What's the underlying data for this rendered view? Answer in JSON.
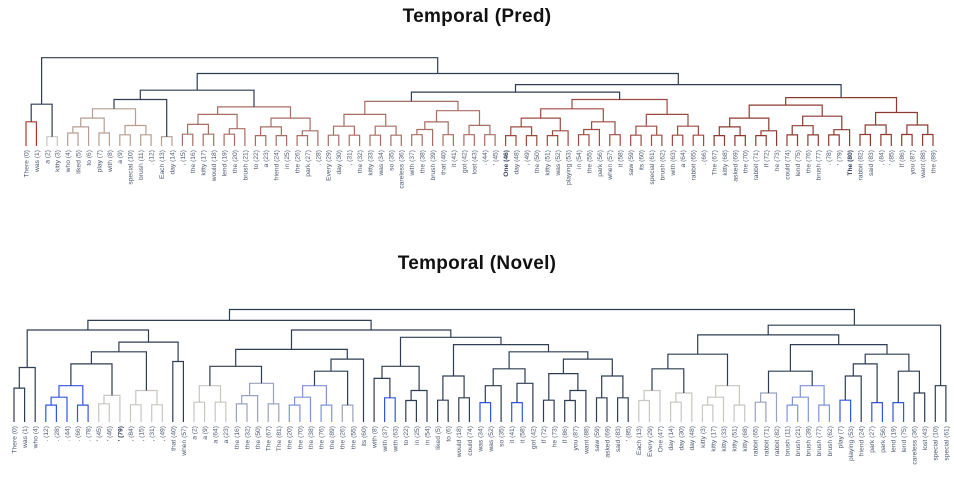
{
  "page": {
    "background": "#ffffff"
  },
  "palette": {
    "navy": "#2f3d53",
    "red": "#b13a30",
    "ltgray": "#c9c6c1",
    "tan": "#b69e94",
    "sienna": "#a76e63",
    "brick": "#9d4b40",
    "darkred": "#8e3a31",
    "blue": "#3356e0",
    "peri": "#8093d8",
    "steel": "#9aa3bd",
    "label_color": "#4b576e",
    "title_color": "#111111"
  },
  "chart_data": [
    {
      "type": "dendrogram",
      "title": "Temporal (Pred)",
      "legend_position": "none",
      "grid": false,
      "leaves": [
        "There (0)",
        "was (1)",
        "a (2)",
        "kitty (3)",
        "who (4)",
        "liked (5)",
        "to (6)",
        "play (7)",
        "with (8)",
        "a (9)",
        "special (10)",
        "brush (11)",
        ". (12)",
        "Each (13)",
        "day (14)",
        ", (15)",
        "the (16)",
        "kitty (17)",
        "would (18)",
        "lend (19)",
        "the (20)",
        "brush (21)",
        "to (22)",
        "a (23)",
        "friend (24)",
        "in (25)",
        "the (26)",
        "park (27)",
        ". (28)",
        "Every (29)",
        "day (30)",
        ", (31)",
        "the (32)",
        "kitty (33)",
        "was (34)",
        "so (35)",
        "careless (36)",
        "with (37)",
        "the (38)",
        "brush (39)",
        "that (40)",
        "it (41)",
        "got (42)",
        "lost (43)",
        ". (44)",
        "' (45)",
        "One (46)",
        "day (48)",
        ", (49)",
        "the (50)",
        "kitty (51)",
        "was (52)",
        "playing (53)",
        "in (54)",
        "the (55)",
        "park (56)",
        "when (57)",
        "it (58)",
        "saw (59)",
        "its (60)",
        "special (61)",
        "brush (62)",
        "with (63)",
        "a (64)",
        "rabbit (65)",
        ". (66)",
        "The (67)",
        "kitty (68)",
        "asked (69)",
        "the (70)",
        "rabbit (71)",
        "If (72)",
        "he (73)",
        "could (74)",
        "lend (75)",
        "the (76)",
        "brush (77)",
        ". (78)",
        "' (79)",
        "The (80)",
        "rabbit (82)",
        "said (83)",
        ", (84)",
        "' (85)",
        "If (86)",
        "you (87)",
        "want (88)",
        "the (89)"
      ],
      "bold_leaves": [
        46,
        79
      ],
      "groups": [
        [
          0,
          1,
          "red",
          0.26
        ],
        [
          2,
          3,
          "ltgray",
          0.1
        ],
        [
          4,
          8,
          "tan",
          0.3
        ],
        [
          9,
          12,
          "tan",
          0.22
        ],
        [
          13,
          14,
          "tan",
          0.1
        ],
        [
          15,
          21,
          "sienna",
          0.34
        ],
        [
          22,
          28,
          "sienna",
          0.3
        ],
        [
          29,
          36,
          "sienna",
          0.34
        ],
        [
          37,
          45,
          "sienna",
          0.38
        ],
        [
          46,
          52,
          "brick",
          0.3
        ],
        [
          53,
          57,
          "brick",
          0.26
        ],
        [
          58,
          65,
          "brick",
          0.34
        ],
        [
          66,
          72,
          "darkred",
          0.3
        ],
        [
          73,
          79,
          "darkred",
          0.32
        ],
        [
          80,
          87,
          "darkred",
          0.36
        ]
      ],
      "joins": [
        [
          "g0",
          "g1",
          0.45,
          "navy"
        ],
        [
          "g2",
          "g3",
          0.4,
          "tan"
        ],
        [
          "j1",
          "g4",
          0.5,
          "navy"
        ],
        [
          "g5",
          "g6",
          0.42,
          "sienna"
        ],
        [
          "j2",
          "j3",
          0.6,
          "navy"
        ],
        [
          "g7",
          "g8",
          0.48,
          "sienna"
        ],
        [
          "g9",
          "g10",
          0.4,
          "brick"
        ],
        [
          "j6",
          "g11",
          0.5,
          "brick"
        ],
        [
          "j5",
          "j7",
          0.58,
          "navy"
        ],
        [
          "g12",
          "g13",
          0.44,
          "darkred"
        ],
        [
          "j9",
          "g14",
          0.52,
          "darkred"
        ],
        [
          "j8",
          "j10",
          0.66,
          "navy"
        ],
        [
          "j4",
          "j11",
          0.78,
          "navy"
        ],
        [
          "j0",
          "j12",
          0.95,
          "navy"
        ]
      ]
    },
    {
      "type": "dendrogram",
      "title": "Temporal (Novel)",
      "legend_position": "none",
      "grid": false,
      "leaves": [
        "There (0)",
        "was (1)",
        "who (4)",
        ". (12)",
        ". (28)",
        ". (44)",
        ". (66)",
        ". (78)",
        "' (45)",
        "' (46)",
        "' (79)",
        ", (84)",
        ", (15)",
        ", (31)",
        ", (49)",
        "that (40)",
        "when (57)",
        "a (2)",
        "a (9)",
        "a (64)",
        "a (23)",
        "the (16)",
        "the (32)",
        "the (50)",
        "The (67)",
        "The (81)",
        "the (20)",
        "the (70)",
        "the (38)",
        "the (76)",
        "the (89)",
        "the (26)",
        "the (55)",
        "its (60)",
        "with (8)",
        "with (37)",
        "with (63)",
        "to (22)",
        "in (25)",
        "in (54)",
        "liked (5)",
        "to (6)",
        "would (18)",
        "could (74)",
        "was (34)",
        "was (52)",
        "so (35)",
        "it (41)",
        "it (58)",
        "got (42)",
        "If (72)",
        "he (73)",
        "If (86)",
        "you (87)",
        "want (88)",
        "saw (59)",
        "asked (69)",
        "said (83)",
        "' (85)",
        "Each (13)",
        "Every (29)",
        "One (47)",
        "day (14)",
        "day (30)",
        "day (48)",
        "kitty (3)",
        "kitty (17)",
        "kitty (33)",
        "kitty (51)",
        "kitty (68)",
        "rabbit (65)",
        "rabbit (71)",
        "rabbit (82)",
        "brush (11)",
        "brush (21)",
        "brush (39)",
        "brush (77)",
        "brush (62)",
        "play (7)",
        "playing (53)",
        "friend (24)",
        "park (27)",
        "park (56)",
        "lend (19)",
        "lend (75)",
        "careless (36)",
        "lost (43)",
        "special (10)",
        "special (61)"
      ],
      "bold_leaves": [
        10
      ],
      "groups": [
        [
          0,
          1,
          "navy",
          0.28
        ],
        [
          2,
          2,
          "navy",
          0
        ],
        [
          3,
          7,
          "blue",
          0.3
        ],
        [
          8,
          10,
          "ltgray",
          0.22
        ],
        [
          11,
          14,
          "ltgray",
          0.26
        ],
        [
          15,
          15,
          "navy",
          0
        ],
        [
          16,
          16,
          "navy",
          0
        ],
        [
          17,
          20,
          "ltgray",
          0.3
        ],
        [
          21,
          25,
          "steel",
          0.32
        ],
        [
          26,
          30,
          "peri",
          0.3
        ],
        [
          31,
          32,
          "steel",
          0.14
        ],
        [
          33,
          33,
          "navy",
          0
        ],
        [
          34,
          34,
          "navy",
          0
        ],
        [
          35,
          36,
          "blue",
          0.2
        ],
        [
          37,
          39,
          "navy",
          0.26
        ],
        [
          40,
          41,
          "navy",
          0.18
        ],
        [
          42,
          43,
          "navy",
          0.2
        ],
        [
          44,
          45,
          "blue",
          0.16
        ],
        [
          46,
          46,
          "navy",
          0
        ],
        [
          47,
          48,
          "blue",
          0.16
        ],
        [
          49,
          49,
          "navy",
          0
        ],
        [
          50,
          51,
          "navy",
          0.18
        ],
        [
          52,
          54,
          "navy",
          0.26
        ],
        [
          55,
          56,
          "navy",
          0.2
        ],
        [
          57,
          58,
          "navy",
          0.2
        ],
        [
          59,
          61,
          "ltgray",
          0.26
        ],
        [
          62,
          64,
          "ltgray",
          0.24
        ],
        [
          65,
          69,
          "ltgray",
          0.3
        ],
        [
          70,
          72,
          "steel",
          0.24
        ],
        [
          73,
          77,
          "peri",
          0.3
        ],
        [
          78,
          79,
          "blue",
          0.18
        ],
        [
          80,
          80,
          "navy",
          0
        ],
        [
          81,
          82,
          "blue",
          0.16
        ],
        [
          83,
          84,
          "blue",
          0.16
        ],
        [
          85,
          86,
          "navy",
          0.24
        ],
        [
          87,
          88,
          "navy",
          0.3
        ]
      ],
      "joins": [
        [
          "g0",
          "g1",
          0.45
        ],
        [
          "g2",
          "g3",
          0.48
        ],
        [
          "j1",
          "g4",
          0.58
        ],
        [
          "g5",
          "g6",
          0.5
        ],
        [
          "j2",
          "j3",
          0.66
        ],
        [
          "j0",
          "j4",
          0.76
        ],
        [
          "g7",
          "g8",
          0.46
        ],
        [
          "g9",
          "g10",
          0.42
        ],
        [
          "j7",
          "g11",
          0.52
        ],
        [
          "j6",
          "j8",
          0.6
        ],
        [
          "g12",
          "g13",
          0.36
        ],
        [
          "j10",
          "g14",
          0.46
        ],
        [
          "g15",
          "g16",
          0.38
        ],
        [
          "g17",
          "g18",
          0.3
        ],
        [
          "g19",
          "g20",
          0.32
        ],
        [
          "j13",
          "j14",
          0.44
        ],
        [
          "g21",
          "g22",
          0.4
        ],
        [
          "g23",
          "g24",
          0.38
        ],
        [
          "j16",
          "j17",
          0.52
        ],
        [
          "j15",
          "j18",
          0.58
        ],
        [
          "j12",
          "j19",
          0.64
        ],
        [
          "j11",
          "j20",
          0.7
        ],
        [
          "j9",
          "j21",
          0.76
        ],
        [
          "j5",
          "j22",
          0.84
        ],
        [
          "g25",
          "g26",
          0.44
        ],
        [
          "j24",
          "g27",
          0.56
        ],
        [
          "g28",
          "g29",
          0.42
        ],
        [
          "g30",
          "g31",
          0.38
        ],
        [
          "j27",
          "g32",
          0.48
        ],
        [
          "g33",
          "g34",
          0.42
        ],
        [
          "j28",
          "j29",
          0.56
        ],
        [
          "j26",
          "j30",
          0.64
        ],
        [
          "j25",
          "j31",
          0.72
        ],
        [
          "j32",
          "g35",
          0.8
        ],
        [
          "j23",
          "j33",
          0.93
        ]
      ]
    }
  ]
}
